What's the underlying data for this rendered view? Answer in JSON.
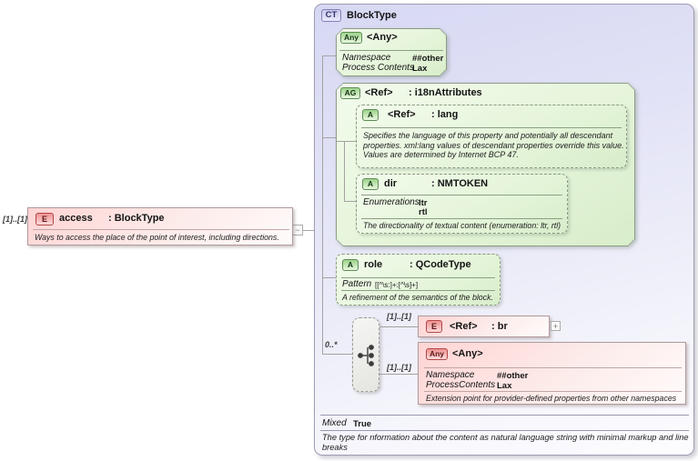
{
  "source_element": {
    "cardinality": "[1]..[1]",
    "badge": "E",
    "name": "access",
    "type_suffix": ": BlockType",
    "annotation": "Ways to access the place of the point of interest, including directions.",
    "collapse_glyph": "−"
  },
  "complex_type": {
    "badge": "CT",
    "title": "BlockType",
    "mixed": {
      "label": "Mixed",
      "value": "True"
    },
    "annotation": "The type for nformation about the content as natural language string with minimal markup and line breaks"
  },
  "any_wildcard_top": {
    "badge": "Any",
    "title": "<Any>",
    "props": [
      {
        "name": "Namespace",
        "value": "##other"
      },
      {
        "name": "Process Contents",
        "value": "Lax"
      }
    ]
  },
  "attribute_group": {
    "badge": "AG",
    "name": "<Ref>",
    "type_suffix": ": i18nAttributes",
    "lang": {
      "badge": "A",
      "name": "<Ref>",
      "type_suffix": ": lang",
      "annotation": "Specifies the language of this property and potentially all descendant properties. xml:lang values of descendant properties override this value. Values are determined by Internet BCP 47."
    },
    "dir": {
      "badge": "A",
      "name": "dir",
      "type_suffix": ": NMTOKEN",
      "enumerations_label": "Enumerations",
      "enumerations": [
        "ltr",
        "rtl"
      ],
      "annotation": "The directionality of textual content (enumeration: ltr, rtl)"
    }
  },
  "role_attribute": {
    "badge": "A",
    "name": "role",
    "type_suffix": ": QCodeType",
    "pattern_label": "Pattern",
    "pattern_value": "[[^\\s:]+:[^\\s]+]",
    "annotation": "A refinement of the semantics of the block."
  },
  "compositor": {
    "cardinality": "0..*"
  },
  "br_element": {
    "cardinality": "[1]..[1]",
    "badge": "E",
    "name": "<Ref>",
    "type_suffix": ": br",
    "expand_glyph": "+"
  },
  "any_wildcard_bottom": {
    "cardinality": "[1]..[1]",
    "badge": "Any",
    "title": "<Any>",
    "props": [
      {
        "name": "Namespace",
        "value": "##other"
      },
      {
        "name": "ProcessContents",
        "value": "Lax"
      }
    ],
    "annotation": "Extension point for provider-defined properties from other namespaces"
  },
  "colors": {
    "element_pink": "#ffd4d4",
    "group_green": "#e4f4d8",
    "type_lavender": "#d7d8f3",
    "badge_red": "#ef9292",
    "badge_green": "#9cd38a"
  }
}
